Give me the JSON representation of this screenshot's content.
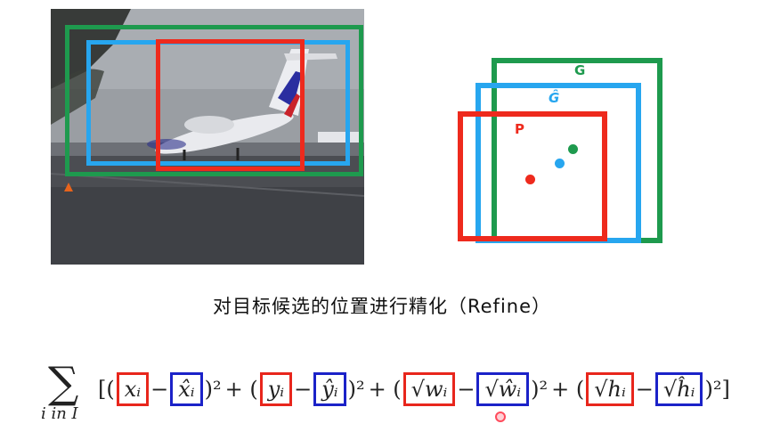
{
  "photo": {
    "description_icon": "airplane-photo",
    "boxes": [
      {
        "key": "ground_truth",
        "color": "#1e9a4e"
      },
      {
        "key": "refined",
        "color": "#27a6ef"
      },
      {
        "key": "proposal",
        "color": "#ee2a1d"
      }
    ]
  },
  "diagram": {
    "labels": {
      "g": "G",
      "g_hat": "Ĝ",
      "p": "P"
    },
    "colors": {
      "g": "#1e9a4e",
      "g_hat": "#27a6ef",
      "p": "#ee2a1d"
    }
  },
  "caption": "对目标候选的位置进行精化（Refine）",
  "formula": {
    "sum_symbol": "∑",
    "subscript": "i in I",
    "open": "[(",
    "x": "xᵢ",
    "minus": "−",
    "x_hat": "x̂ᵢ",
    "close_sq": ")²",
    "plus_open": "+ (",
    "y": "yᵢ",
    "y_hat": "ŷᵢ",
    "w": "√wᵢ",
    "w_hat": "√ŵᵢ",
    "h": "√hᵢ",
    "h_hat": "√ĥᵢ",
    "end": ")²]"
  }
}
